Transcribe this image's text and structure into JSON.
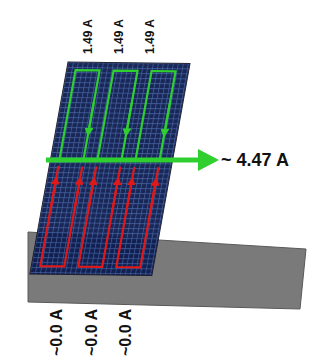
{
  "diagram": {
    "labels": [
      "1.49 A",
      "1.49 A",
      "1.49 A",
      "~ 4.47 A",
      "~0.0 A",
      "~0.0 A",
      "~0.0 A"
    ]
  }
}
